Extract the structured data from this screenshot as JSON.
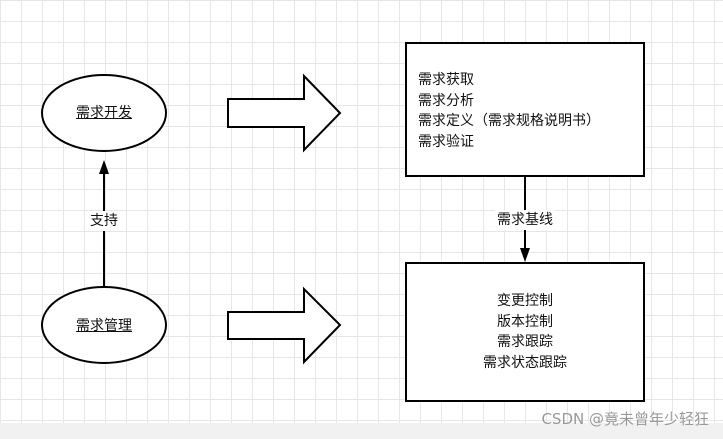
{
  "nodes": {
    "dev": {
      "label": "需求开发"
    },
    "mgmt": {
      "label": "需求管理"
    },
    "dev_box": {
      "lines": [
        "需求获取",
        "需求分析",
        "需求定义（需求规格说明书）",
        "需求验证"
      ]
    },
    "mgmt_box": {
      "lines": [
        "变更控制",
        "版本控制",
        "需求跟踪",
        "需求状态跟踪"
      ]
    }
  },
  "edges": {
    "support": {
      "label": "支持"
    },
    "baseline": {
      "label": "需求基线"
    }
  },
  "watermark": "CSDN @竟未曾年少轻狂"
}
